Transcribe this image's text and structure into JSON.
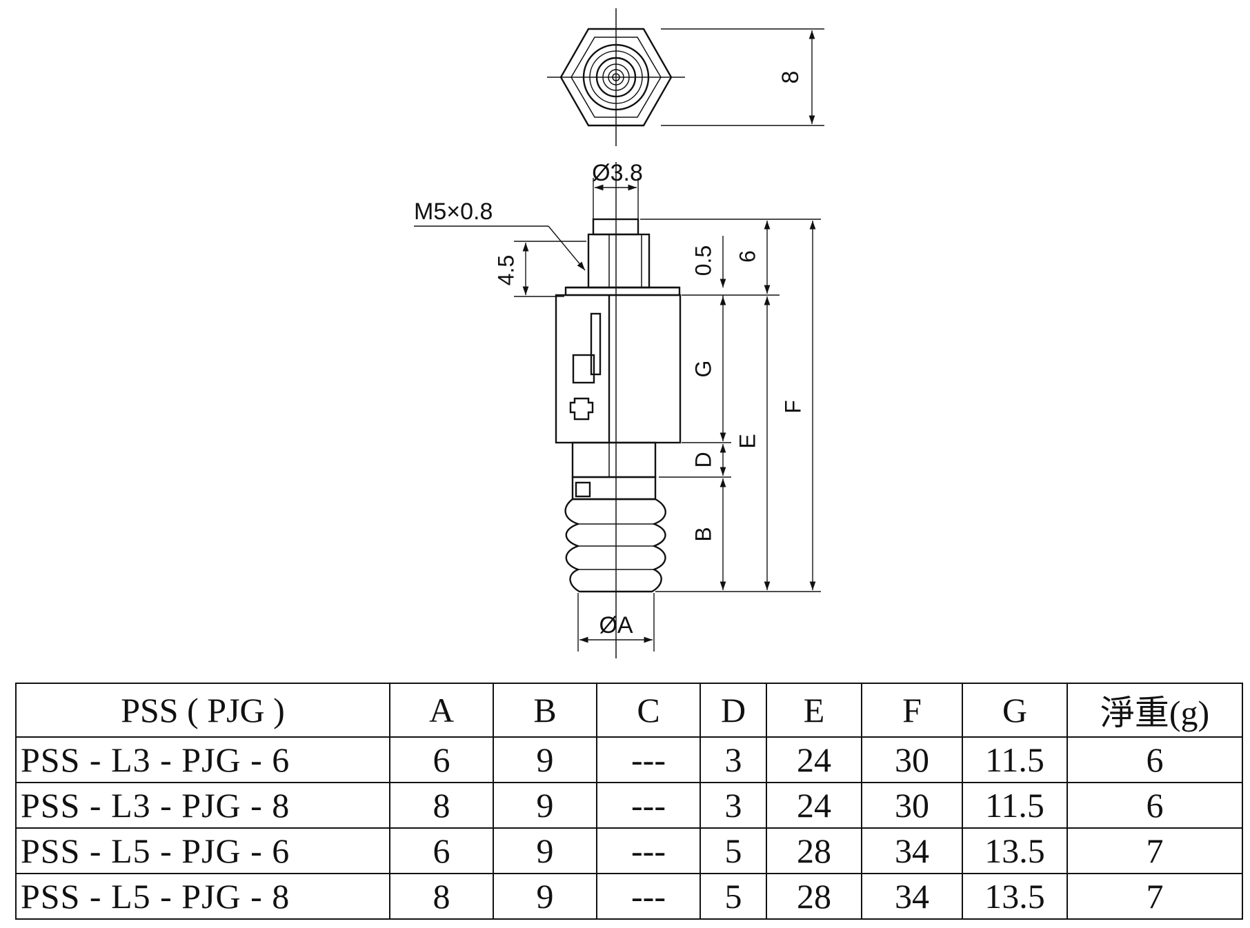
{
  "labels": {
    "hex_width": "8",
    "tube_dia": "Ø3.8",
    "thread": "M5×0.8",
    "thread_len": "4.5",
    "flange": "0.5",
    "top_len": "6",
    "dim_g": "G",
    "dim_d": "D",
    "dim_b": "B",
    "dim_e": "E",
    "dim_f": "F",
    "pad_dia": "ØA"
  },
  "table": {
    "headers": [
      "PSS ( PJG )",
      "A",
      "B",
      "C",
      "D",
      "E",
      "F",
      "G",
      "淨重(g)"
    ],
    "rows": [
      [
        "PSS - L3 - PJG - 6",
        "6",
        "9",
        "---",
        "3",
        "24",
        "30",
        "11.5",
        "6"
      ],
      [
        "PSS - L3 - PJG - 8",
        "8",
        "9",
        "---",
        "3",
        "24",
        "30",
        "11.5",
        "6"
      ],
      [
        "PSS - L5 - PJG - 6",
        "6",
        "9",
        "---",
        "5",
        "28",
        "34",
        "13.5",
        "7"
      ],
      [
        "PSS - L5 - PJG - 8",
        "8",
        "9",
        "---",
        "5",
        "28",
        "34",
        "13.5",
        "7"
      ]
    ]
  }
}
